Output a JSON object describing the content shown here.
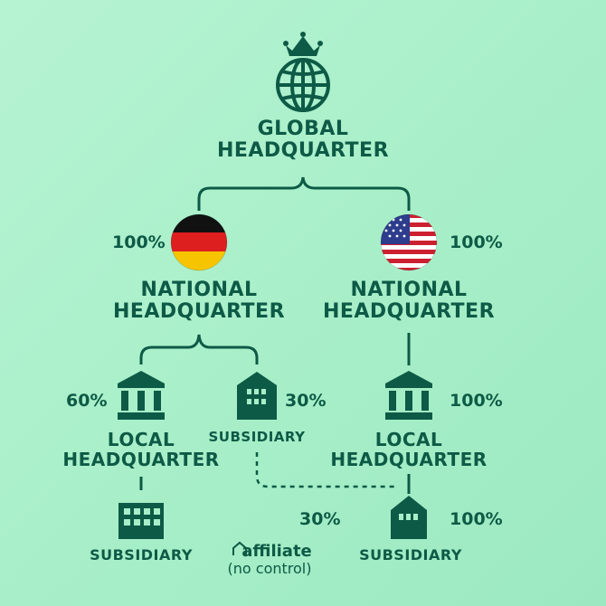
{
  "global": {
    "line1": "GLOBAL",
    "line2": "HEADQUARTER"
  },
  "germany": {
    "pct": "100%",
    "line1": "NATIONAL",
    "line2": "HEADQUARTER"
  },
  "usa": {
    "pct": "100%",
    "line1": "NATIONAL",
    "line2": "HEADQUARTER"
  },
  "local_de": {
    "pct": "60%",
    "line1": "LOCAL",
    "line2": "HEADQUARTER"
  },
  "sub_de": {
    "pct": "30%",
    "label": "SUBSIDIARY"
  },
  "local_us": {
    "pct": "100%",
    "line1": "LOCAL",
    "line2": "HEADQUARTER"
  },
  "sub_local_de": {
    "label": "SUBSIDIARY"
  },
  "affiliate": {
    "title": "affiliate",
    "subtitle": "(no control)"
  },
  "sub_us": {
    "pct_left": "30%",
    "pct_right": "100%",
    "label": "SUBSIDIARY"
  },
  "colors": {
    "ink": "#0d5a46",
    "bg_light": "#b6f3d3",
    "bg_dark": "#9ce9c1",
    "de_black": "#111111",
    "de_red": "#dd1f1f",
    "de_gold": "#f6c400",
    "us_red": "#cc2030",
    "us_blue": "#2d3c8c"
  }
}
